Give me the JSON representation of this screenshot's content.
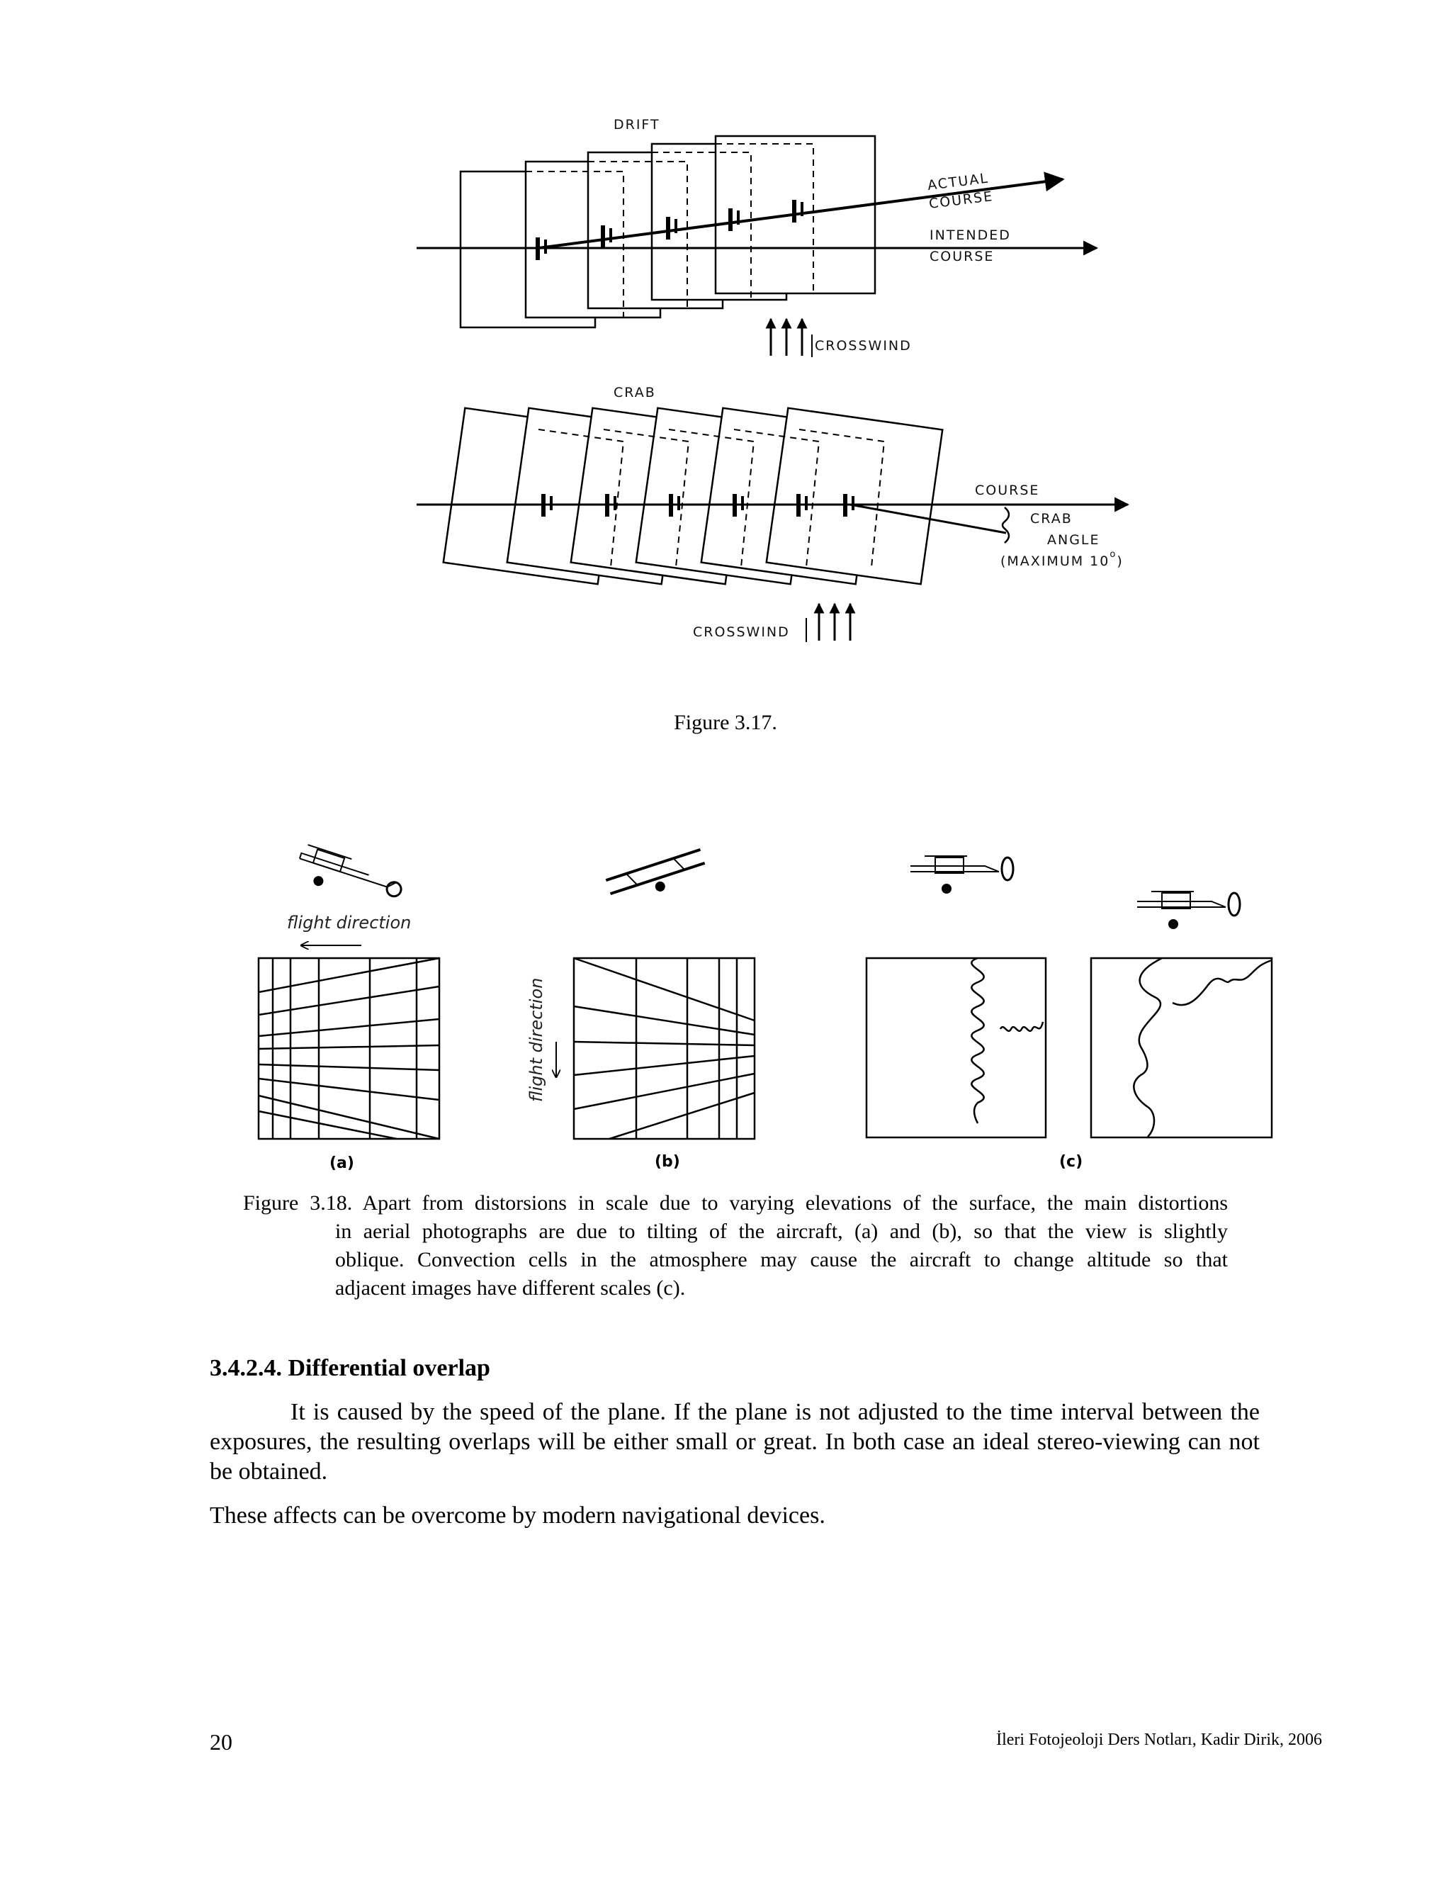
{
  "figure_317": {
    "drift": {
      "title": "DRIFT",
      "actual_line1": "ACTUAL",
      "actual_line2": "COURSE",
      "intended_line1": "INTENDED",
      "intended_line2": "COURSE",
      "crosswind": "CROSSWIND"
    },
    "crab": {
      "title": "CRAB",
      "course": "COURSE",
      "crab_line1": "CRAB",
      "crab_line2": "ANGLE",
      "crab_line3": "(MAXIMUM 10",
      "degree": "o",
      "crab_close": ")",
      "crosswind": "CROSSWIND"
    },
    "caption": "Figure 3.17."
  },
  "figure_318": {
    "flight_direction_a": "flight direction",
    "flight_direction_b": "flight direction",
    "label_a": "(a)",
    "label_b": "(b)",
    "label_c": "(c)",
    "caption_lines": [
      "Figure 3.18. Apart from distorsions in scale due to varying elevations of the surface, the main distortions",
      "in aerial photographs are due to tilting of the aircraft, (a) and (b), so that the view is slightly",
      "oblique. Convection cells in the atmosphere may cause the aircraft to change altitude so that",
      "adjacent images have different scales (c)."
    ]
  },
  "section": {
    "heading": "3.4.2.4. Differential overlap",
    "paragraph1": "It is caused by the speed of the plane. If the plane is not adjusted to the time interval between the exposures, the resulting overlaps will be either small or great. In both case an ideal stereo-viewing can not be obtained.",
    "paragraph2": "These affects can be overcome by modern navigational devices."
  },
  "footer": {
    "page_number": "20",
    "credit": "İleri Fotojeoloji Ders Notları, Kadir Dirik, 2006"
  }
}
